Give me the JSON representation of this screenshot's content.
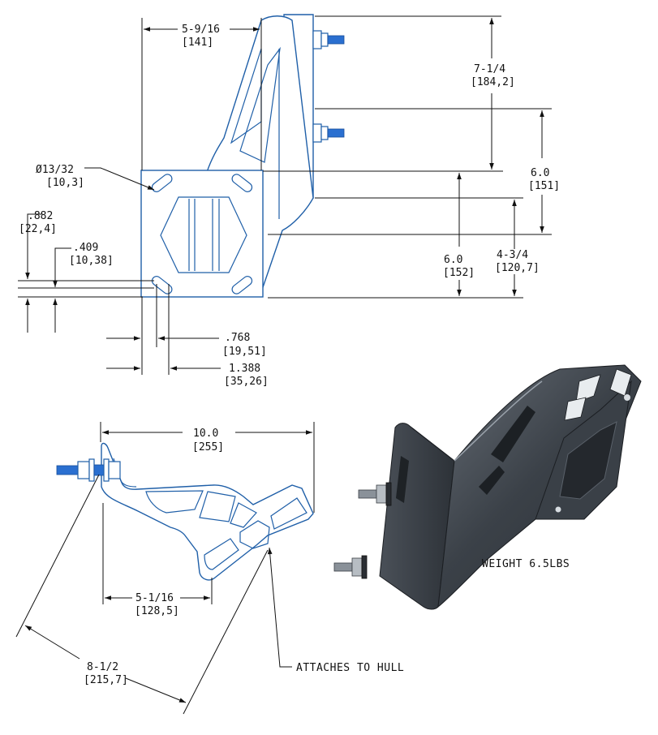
{
  "top_view": {
    "width_dim": "5-9/16",
    "width_dim_mm": "[141]",
    "hole_dia": "Ø13/32",
    "hole_dia_mm": "[10,3]",
    "offset_a": ".882",
    "offset_a_mm": "[22,4]",
    "offset_b": ".409",
    "offset_b_mm": "[10,38]",
    "offset_c": ".768",
    "offset_c_mm": "[19,51]",
    "offset_d": "1.388",
    "offset_d_mm": "[35,26]",
    "height_a": "7-1/4",
    "height_a_mm": "[184,2]",
    "height_b": "6.0",
    "height_b_mm": "[151]",
    "height_c": "6.0",
    "height_c_mm": "[152]",
    "height_d": "4-3/4",
    "height_d_mm": "[120,7]"
  },
  "side_view": {
    "length_dim": "10.0",
    "length_dim_mm": "[255]",
    "inner_dim": "5-1/16",
    "inner_dim_mm": "[128,5]",
    "diag_dim": "8-1/2",
    "diag_dim_mm": "[215,7]",
    "note": "ATTACHES TO HULL"
  },
  "iso_view": {
    "weight_note": "WEIGHT 6.5LBS"
  }
}
